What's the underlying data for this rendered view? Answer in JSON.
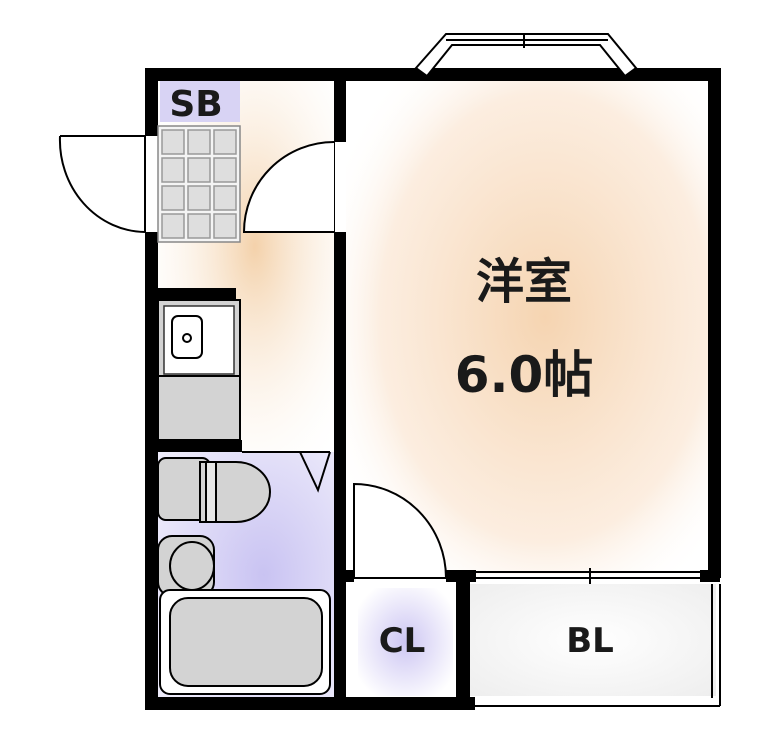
{
  "rooms": {
    "western_room": {
      "name": "洋室",
      "size": "6.0帖"
    },
    "shoe_box": "SB",
    "closet": "CL",
    "balcony": "BL"
  },
  "colors": {
    "wall": "#000000",
    "floor_warm": "#f7dcbe",
    "bath_area": "#ccc7f0",
    "fixture_fill": "#d3d3d3",
    "tile_fill": "#dedede"
  }
}
